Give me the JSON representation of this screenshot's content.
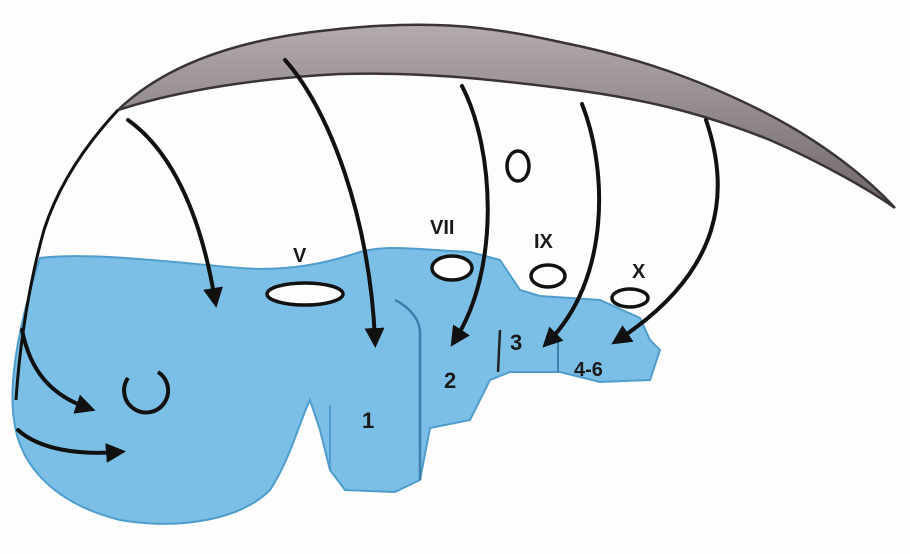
{
  "diagram": {
    "colors": {
      "tissue": "#7cbfe6",
      "tissue_edge": "#4f9dcc",
      "crest": "#8b8287",
      "crest_dark": "#3a3437",
      "line": "#111111"
    },
    "nerve_labels": {
      "v": "V",
      "vii": "VII",
      "ix": "IX",
      "x": "X"
    },
    "arch_labels": {
      "a1": "1",
      "a2": "2",
      "a3": "3",
      "a46": "4-6"
    }
  }
}
